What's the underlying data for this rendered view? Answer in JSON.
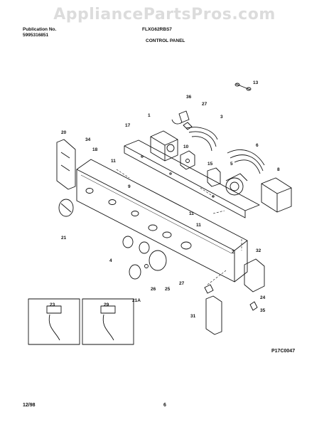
{
  "watermark": "AppliancePartsPros.com",
  "header": {
    "publication_label": "Publication No.",
    "publication_number": "5995316851",
    "model": "FLXG62RBS7",
    "section": "CONTROL PANEL"
  },
  "footer": {
    "date": "12/98",
    "page": "6",
    "figure_code": "P17C0047"
  },
  "callouts": {
    "c13": "13",
    "c36": "36",
    "c27a": "27",
    "c1": "1",
    "c3": "3",
    "c20": "20",
    "c34": "34",
    "c17": "17",
    "c18": "18",
    "c10": "10",
    "c6": "6",
    "c11a": "11",
    "c15": "15",
    "c5": "5",
    "c8": "8",
    "c9": "9",
    "c11b": "11",
    "c11c": "11",
    "c21": "21",
    "c2": "2",
    "c4": "4",
    "c32": "32",
    "c26": "26",
    "c25": "25",
    "c27b": "27",
    "c21a": "21A",
    "c24": "24",
    "c35": "35",
    "c23": "23",
    "c29": "29",
    "c31": "31"
  }
}
